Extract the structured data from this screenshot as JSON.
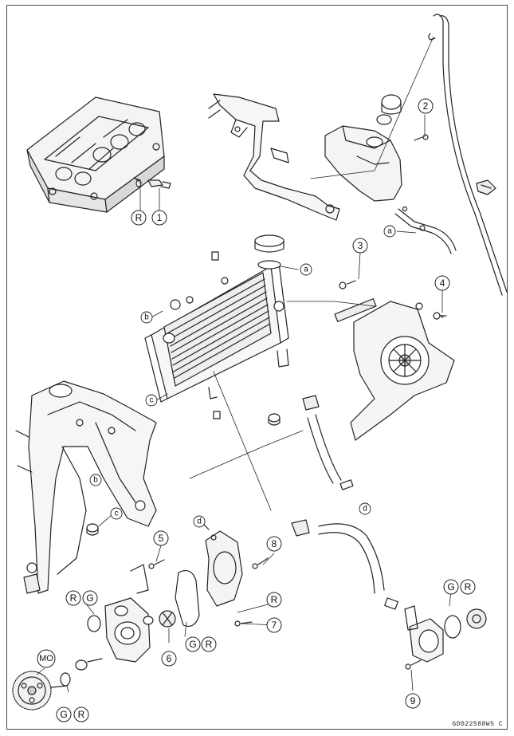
{
  "figure_code": "GD022588W5 C",
  "callouts": {
    "n1": "1",
    "n2": "2",
    "n3": "3",
    "n4": "4",
    "n5": "5",
    "n6": "6",
    "n7": "7",
    "n8": "8",
    "n9": "9",
    "r1": "R",
    "r2": "R",
    "r3": "R",
    "r4": "R",
    "r5": "R",
    "r6": "R",
    "g1": "G",
    "g2": "G",
    "g3": "G",
    "g4": "G",
    "mo": "MO"
  },
  "connectors": {
    "a1": "a",
    "a2": "a",
    "b1": "b",
    "b2": "b",
    "c1": "c",
    "c2": "c",
    "d1": "d",
    "d2": "d"
  }
}
